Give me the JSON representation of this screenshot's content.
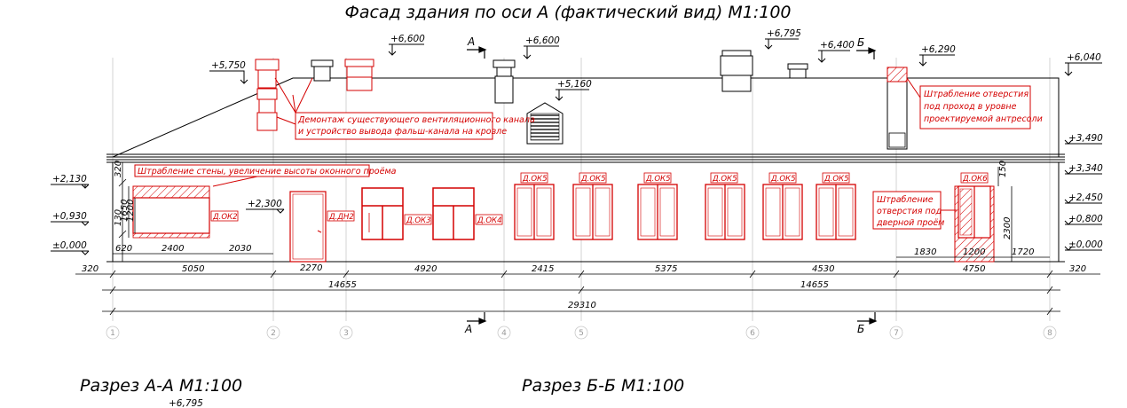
{
  "title": "Фасад здания по оси А (фактический вид) М1:100",
  "sections": [
    "Разрез А-А М1:100",
    "Разрез Б-Б М1:100"
  ],
  "section_level": "+6,795",
  "levels_top": [
    "+5,750",
    "+6,600",
    "+6,600",
    "+5,160",
    "+6,795",
    "+6,400",
    "+6,290",
    "+6,040"
  ],
  "levels_right": [
    "+3,490",
    "+3,340",
    "+2,450",
    "+0,800",
    "±0,000"
  ],
  "levels_left": [
    "+2,130",
    "+0,930",
    "±0,000"
  ],
  "level_door": "+2,300",
  "cut_marks": [
    "А",
    "Б",
    "А",
    "Б"
  ],
  "notes": {
    "vent": [
      "Демонтаж существующего вентиляционного канала",
      "и устройство вывода фальш-канала на кровле"
    ],
    "wall": "Штрабление стены, увеличение высоты оконного проёма",
    "roof_hole": [
      "Штрабление отверстия",
      "под проход в уровне",
      "проектируемой антресоли"
    ],
    "door_hole": [
      "Штрабление",
      "отверстия под",
      "дверной проём"
    ]
  },
  "tags": [
    "Д.ОК2",
    "Д.ДН2",
    "Д.ОК3",
    "Д.ОК4",
    "Д.ОК5",
    "Д.ОК5",
    "Д.ОК5",
    "Д.ОК5",
    "Д.ОК5",
    "Д.ОК5",
    "Д.ОК6"
  ],
  "dims_small": [
    "620",
    "2400",
    "2030",
    "2270",
    "1830",
    "1200",
    "1720",
    "320",
    "320",
    "320",
    "130",
    "1650",
    "1200",
    "150",
    "2300"
  ],
  "dims_row1": [
    "5050",
    "4920",
    "2415",
    "5375",
    "4530",
    "4750"
  ],
  "dims_row2": [
    "14655",
    "14655"
  ],
  "dims_total": "29310",
  "axes": [
    "1",
    "2",
    "3",
    "4",
    "5",
    "6",
    "7",
    "8"
  ]
}
